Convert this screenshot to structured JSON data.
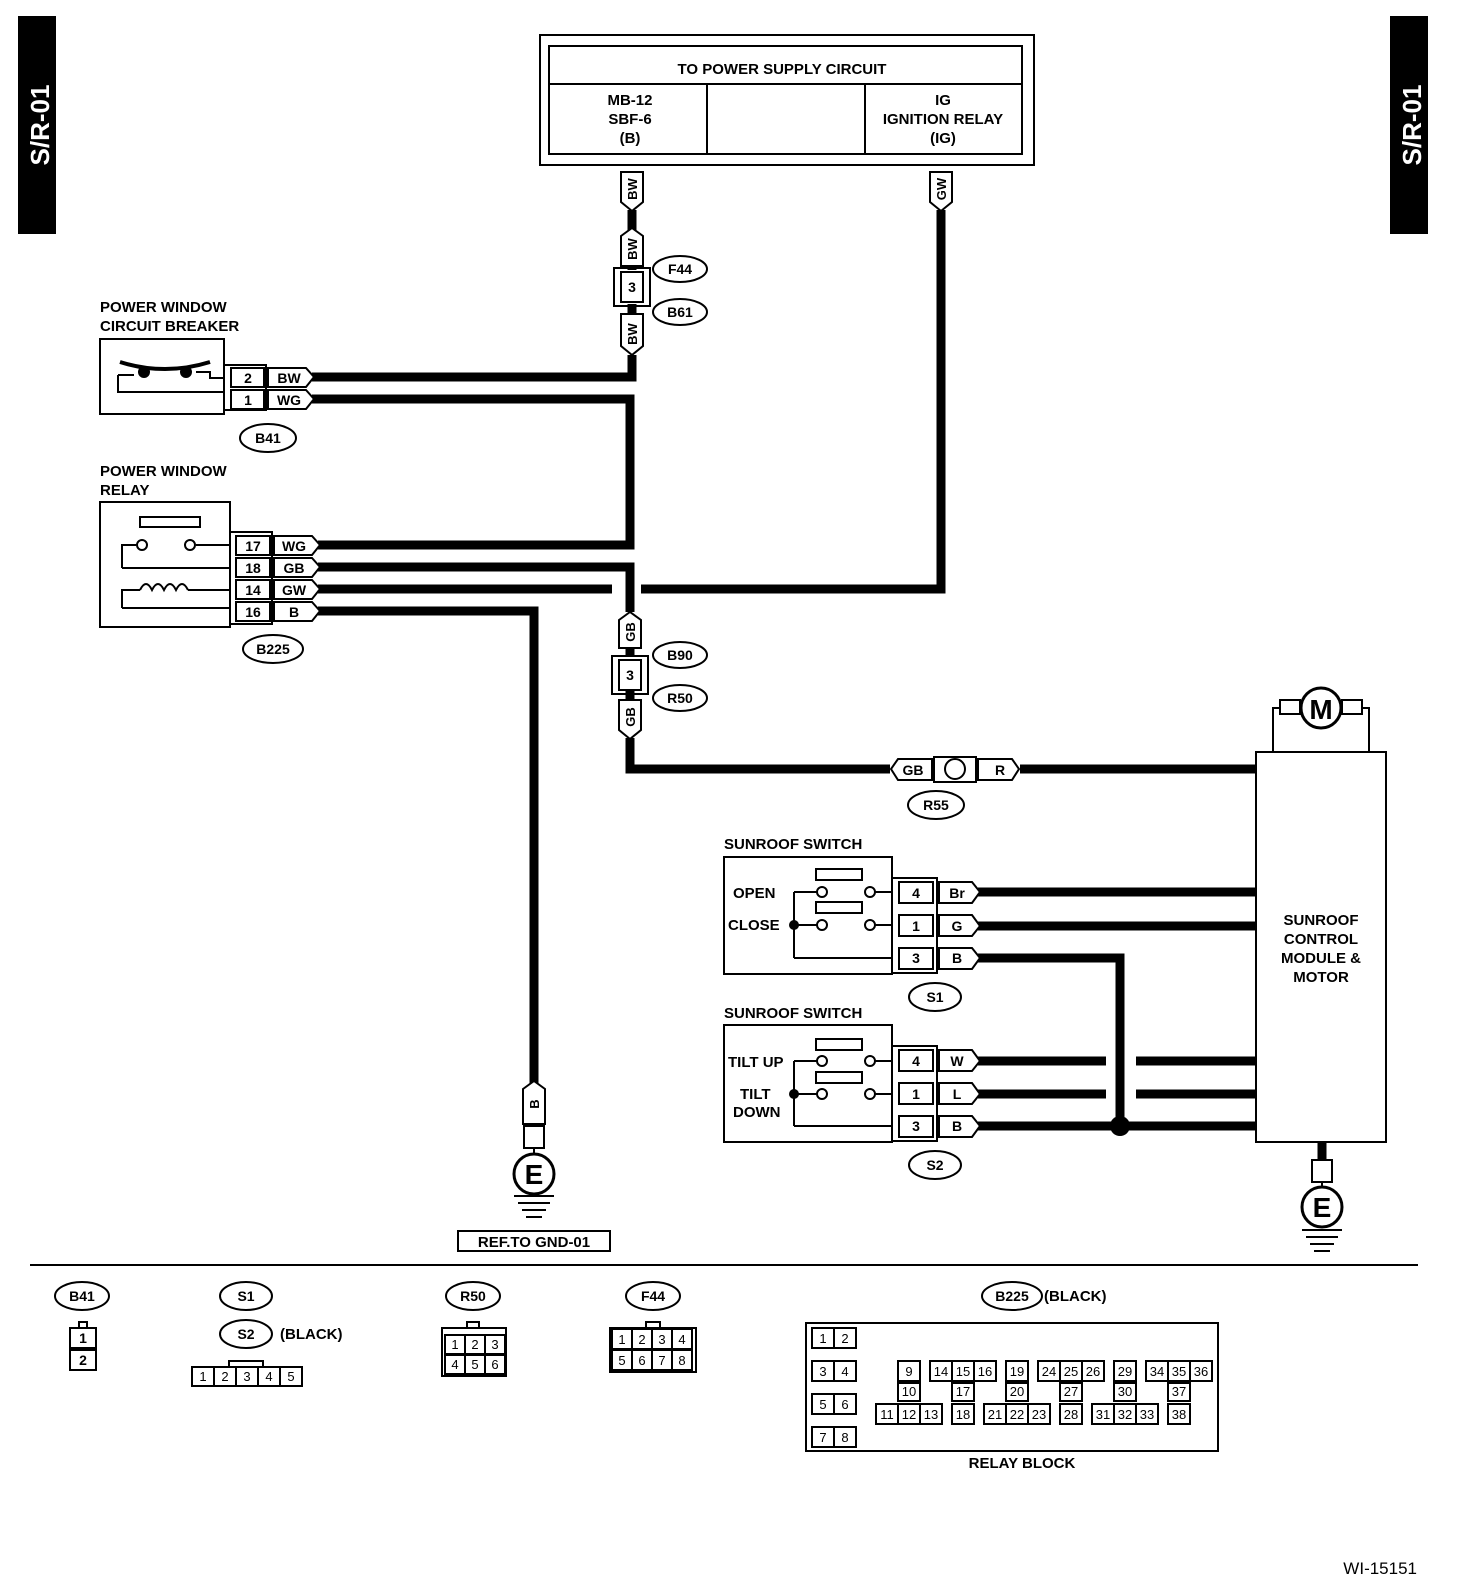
{
  "page": {
    "section_code": "S/R-01",
    "figure_id": "WI-15151"
  },
  "power_supply": {
    "title": "TO POWER SUPPLY CIRCUIT",
    "left_lines": [
      "MB-12",
      "SBF-6",
      "(B)"
    ],
    "right_lines": [
      "IG",
      "IGNITION RELAY",
      "(IG)"
    ]
  },
  "components": {
    "circuit_breaker": [
      "POWER WINDOW",
      "CIRCUIT BREAKER"
    ],
    "relay": [
      "POWER WINDOW",
      "RELAY"
    ],
    "sunroof_switch_1": "SUNROOF SWITCH",
    "sunroof_switch_2": "SUNROOF SWITCH",
    "sunroof_module": [
      "SUNROOF",
      "CONTROL",
      "MODULE &",
      "MOTOR"
    ],
    "motor_symbol": "M",
    "ground_symbol": "E",
    "ground_ref": "REF.TO GND-01"
  },
  "switch_labels": {
    "open": "OPEN",
    "close": "CLOSE",
    "tilt_up": "TILT UP",
    "tilt_down": [
      "TILT",
      "DOWN"
    ]
  },
  "connectors": {
    "F44": "F44",
    "B61": "B61",
    "B41": "B41",
    "B225": "B225",
    "B90": "B90",
    "R50": "R50",
    "R55": "R55",
    "S1": "S1",
    "S2": "S2"
  },
  "wire_colors": {
    "BW": "BW",
    "WG": "WG",
    "GB": "GB",
    "GW": "GW",
    "B": "B",
    "R": "R",
    "Br": "Br",
    "G": "G",
    "W": "W",
    "L": "L"
  },
  "pins": {
    "breaker": [
      "2",
      "1"
    ],
    "relay": [
      "17",
      "18",
      "14",
      "16"
    ],
    "inline": "3",
    "switch": [
      "4",
      "1",
      "3"
    ]
  },
  "legend": {
    "black": "(BLACK)",
    "relay_block": "RELAY BLOCK",
    "b41_pins": [
      "1",
      "2"
    ],
    "s2_pins": [
      "1",
      "2",
      "3",
      "4",
      "5"
    ],
    "r50_pins": [
      "1",
      "2",
      "3",
      "4",
      "5",
      "6"
    ],
    "f44_pins": [
      "1",
      "2",
      "3",
      "4",
      "5",
      "6",
      "7",
      "8"
    ],
    "b225_left": [
      "1",
      "2",
      "3",
      "4",
      "5",
      "6",
      "7",
      "8"
    ],
    "b225_groups": [
      [
        "9",
        "10",
        "11",
        "12",
        "13"
      ],
      [
        "14",
        "15",
        "16",
        "17",
        "18"
      ],
      [
        "19",
        "20",
        "21",
        "22",
        "23"
      ],
      [
        "24",
        "25",
        "26",
        "27",
        "28"
      ],
      [
        "29",
        "30",
        "31",
        "32",
        "33"
      ],
      [
        "34",
        "35",
        "36",
        "37",
        "38"
      ]
    ]
  }
}
